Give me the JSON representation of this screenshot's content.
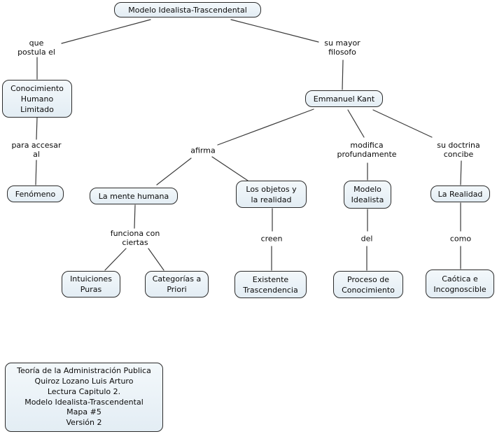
{
  "colors": {
    "bg": "#ffffff",
    "node_fill_top": "#f3f8fb",
    "node_fill_bottom": "#e3edf4",
    "node_border": "#2b2b2b",
    "line_color": "#3a3a3a",
    "text_color": "#0a0a0a"
  },
  "nodes": {
    "root": {
      "label": "Modelo Idealista-Trascendental"
    },
    "conocimiento": {
      "label": "Conocimiento\nHumano\nLimitado"
    },
    "fenomeno": {
      "label": "Fenómeno"
    },
    "kant": {
      "label": "Emmanuel Kant"
    },
    "mente": {
      "label": "La mente humana"
    },
    "objetos": {
      "label": "Los objetos y\nla realidad"
    },
    "modelo_idealista": {
      "label": "Modelo\nIdealista"
    },
    "realidad": {
      "label": "La Realidad"
    },
    "intuiciones": {
      "label": "Intuiciones\nPuras"
    },
    "categorias": {
      "label": "Categorías a\nPriori"
    },
    "existente": {
      "label": "Existente\nTrascendencia"
    },
    "proceso": {
      "label": "Proceso de\nConocimiento"
    },
    "caotica": {
      "label": "Caótica e\nIncognoscible"
    }
  },
  "phrases": {
    "que_postula": {
      "label": "que\npostula el"
    },
    "su_mayor": {
      "label": "su mayor\nfilosofo"
    },
    "para_accesar": {
      "label": "para accesar\nal"
    },
    "afirma": {
      "label": "afirma"
    },
    "modifica": {
      "label": "modifica\nprofundamente"
    },
    "doctrina": {
      "label": "su doctrina\nconcibe"
    },
    "funciona": {
      "label": "funciona con\nciertas"
    },
    "creen": {
      "label": "creen"
    },
    "del": {
      "label": "del"
    },
    "como": {
      "label": "como"
    }
  },
  "edges": [
    {
      "from": "root",
      "phrase": "que_postula",
      "to": "conocimiento"
    },
    {
      "from": "root",
      "phrase": "su_mayor",
      "to": "kant"
    },
    {
      "from": "conocimiento",
      "phrase": "para_accesar",
      "to": "fenomeno"
    },
    {
      "from": "kant",
      "phrase": "afirma",
      "to": "mente"
    },
    {
      "from": "kant",
      "phrase": "afirma",
      "to": "objetos"
    },
    {
      "from": "kant",
      "phrase": "modifica",
      "to": "modelo_idealista"
    },
    {
      "from": "kant",
      "phrase": "doctrina",
      "to": "realidad"
    },
    {
      "from": "mente",
      "phrase": "funciona",
      "to": "intuiciones"
    },
    {
      "from": "mente",
      "phrase": "funciona",
      "to": "categorias"
    },
    {
      "from": "objetos",
      "phrase": "creen",
      "to": "existente"
    },
    {
      "from": "modelo_idealista",
      "phrase": "del",
      "to": "proceso"
    },
    {
      "from": "realidad",
      "phrase": "como",
      "to": "caotica"
    }
  ],
  "info": {
    "text": "Teoría de la Administración Publica\nQuiroz Lozano Luis Arturo\nLectura Capitulo 2.\nModelo Idealista-Trascendental\nMapa #5\nVersión 2"
  }
}
